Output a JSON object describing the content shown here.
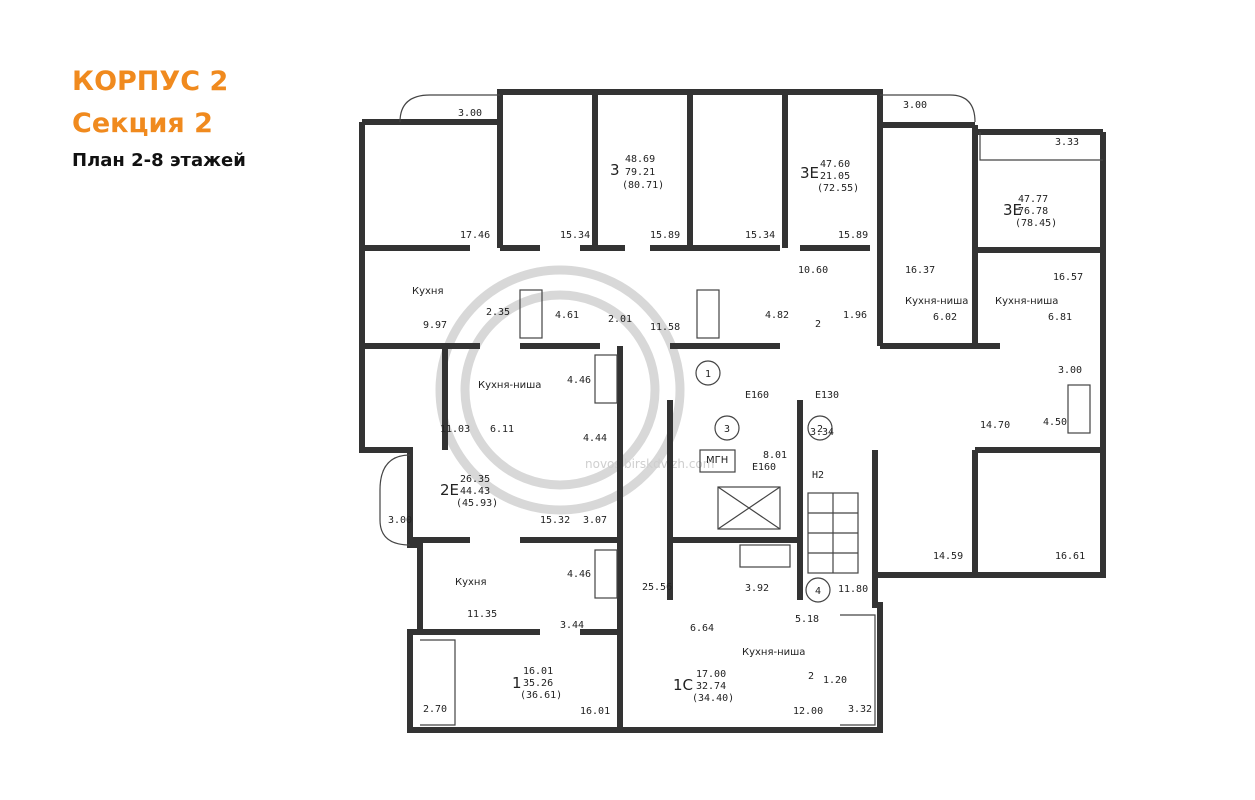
{
  "header": {
    "building": "КОРПУС 2",
    "section": "Секция 2",
    "floors": "План 2-8 этажей"
  },
  "colors": {
    "accent": "#f08a1e",
    "wall": "#333333"
  },
  "watermark": "novosibirskdvizh.com",
  "apartments": [
    {
      "type": "3",
      "living": "48.69",
      "total": "79.21",
      "total_balcony": "(80.71)"
    },
    {
      "type": "3E",
      "living": "47.60",
      "total": "21.05",
      "total_balcony": "(72.55)"
    },
    {
      "type": "3E",
      "living": "47.77",
      "total": "76.78",
      "total_balcony": "(78.45)"
    },
    {
      "type": "2E",
      "living": "26.35",
      "total": "44.43",
      "total_balcony": "(45.93)"
    },
    {
      "type": "1",
      "living": "16.01",
      "total": "35.26",
      "total_balcony": "(36.61)"
    },
    {
      "type": "1C",
      "living": "17.00",
      "total": "32.74",
      "total_balcony": "(34.40)"
    }
  ],
  "rooms": [
    "3.00",
    "3.00",
    "3.33",
    "17.46",
    "15.34",
    "15.89",
    "15.34",
    "15.89",
    "10.60",
    "16.37",
    "16.57",
    "Кухня",
    "9.97",
    "2.35",
    "4.61",
    "2.01",
    "11.58",
    "4.82",
    "2",
    "1.96",
    "Кухня-ниша",
    "6.02",
    "Кухня-ниша",
    "6.81",
    "Кухня-ниша",
    "4.46",
    "3.00",
    "11.03",
    "6.11",
    "4.44",
    "4.50",
    "14.70",
    "3.34",
    "8.01",
    "МГН",
    "3.00",
    "15.32",
    "3.07",
    "14.59",
    "16.61",
    "Кухня",
    "4.46",
    "11.35",
    "3.44",
    "25.56",
    "3.92",
    "11.80",
    "6.64",
    "5.18",
    "Кухня-ниша",
    "2",
    "1.20",
    "2.70",
    "16.01",
    "12.00",
    "3.32"
  ],
  "core_labels": [
    "1",
    "3",
    "2",
    "4",
    "Е160",
    "Е130",
    "Е160",
    "Н2"
  ]
}
